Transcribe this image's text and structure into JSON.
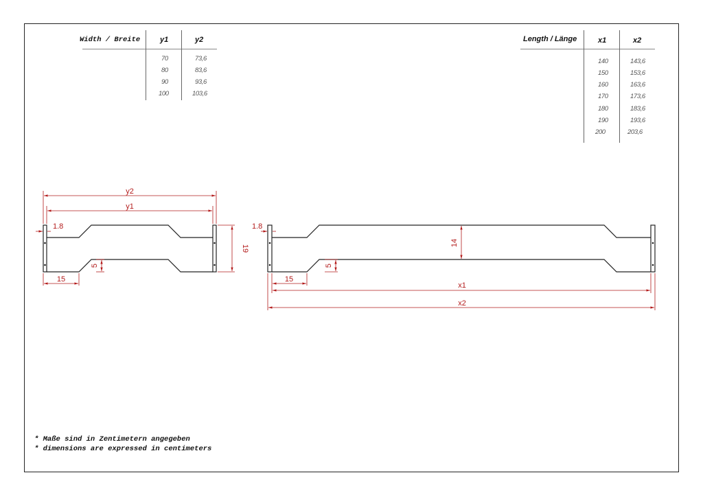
{
  "width_table": {
    "title": "Width / Breite",
    "col1": "y1",
    "col2": "y2",
    "rows": [
      {
        "y1": "70",
        "y2": "73,6"
      },
      {
        "y1": "80",
        "y2": "83,6"
      },
      {
        "y1": "90",
        "y2": "93,6"
      },
      {
        "y1": "100",
        "y2": "103,6"
      }
    ]
  },
  "length_table": {
    "title": "Length / Länge",
    "col1": "x1",
    "col2": "x2",
    "rows": [
      {
        "x1": "140",
        "x2": "143,6"
      },
      {
        "x1": "150",
        "x2": "153,6"
      },
      {
        "x1": "160",
        "x2": "163,6"
      },
      {
        "x1": "170",
        "x2": "173,6"
      },
      {
        "x1": "180",
        "x2": "183,6"
      },
      {
        "x1": "190",
        "x2": "193,6"
      },
      {
        "x1": "200",
        "x2": "203,6"
      }
    ]
  },
  "side_view": {
    "dim_total": "y2",
    "dim_inner": "y1",
    "dim_post": "1.8",
    "dim_height": "19",
    "dim_notch": "5",
    "dim_offset": "15"
  },
  "long_view": {
    "dim_post": "1.8",
    "dim_height": "14",
    "dim_notch": "5",
    "dim_offset": "15",
    "dim_inner": "x1",
    "dim_total": "x2"
  },
  "notes": [
    "* Maße sind in Zentimetern angegeben",
    "* dimensions are expressed in centimeters"
  ],
  "colors": {
    "dimension": "#b31b1b",
    "outline": "#222222"
  }
}
